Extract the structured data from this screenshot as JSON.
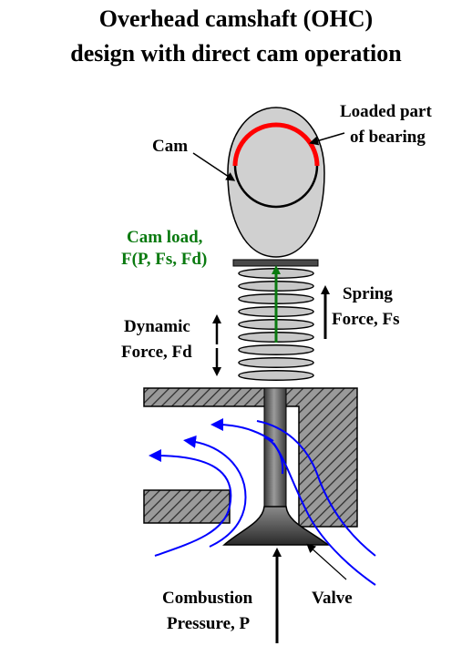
{
  "title": {
    "line1": "Overhead camshaft (OHC)",
    "line2": "design  with direct cam operation"
  },
  "labels": {
    "cam": "Cam",
    "loaded_line1": "Loaded part",
    "loaded_line2": "of bearing",
    "camload_line1": "Cam load,",
    "camload_line2": "F(P, Fs, Fd)",
    "spring_line1": "Spring",
    "spring_line2": "Force, Fs",
    "dynamic_line1": "Dynamic",
    "dynamic_line2": "Force, Fd",
    "combustion_line1": "Combustion",
    "combustion_line2": "Pressure, P",
    "valve": "Valve"
  },
  "colors": {
    "cam_fill": "#d0d0d0",
    "loaded_bearing": "#ff0000",
    "cam_load_arrow": "#0a7a10",
    "flow_lines": "#0000ff",
    "metal_dark": "#555555"
  }
}
